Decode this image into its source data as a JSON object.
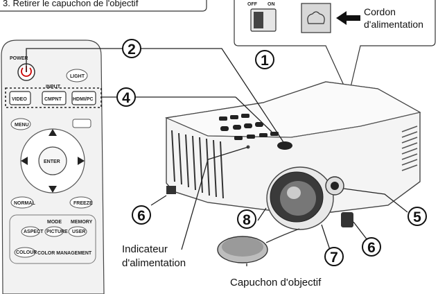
{
  "top_instruction": "3. Retirer le capuchon de l'objectif",
  "switch_panel": {
    "off_label": "OFF",
    "on_label": "ON",
    "cable_label_line1": "Cordon",
    "cable_label_line2": "d'alimentation"
  },
  "remote": {
    "power": "POWER",
    "light": "LIGHT",
    "input": "INPUT",
    "video": "VIDEO",
    "cmpnt": "CMPNT",
    "hdmi_pc": "HDMI/PC",
    "menu": "MENU",
    "enter": "ENTER",
    "normal": "NORMAL",
    "freeze": "FREEZE",
    "mode": "MODE",
    "memory": "MEMORY",
    "aspect": "ASPECT",
    "picture": "PICTURE",
    "user": "USER",
    "colour_mgmt": "COLOR MANAGEMENT",
    "colour_btn": "COLOUR"
  },
  "callouts": {
    "n1": "1",
    "n2": "2",
    "n4": "4",
    "n5": "5",
    "n6": "6",
    "n7": "7",
    "n8": "8"
  },
  "labels": {
    "indicator_line1": "Indicateur",
    "indicator_line2": "d'alimentation",
    "lens_cap": "Capuchon d'objectif"
  }
}
